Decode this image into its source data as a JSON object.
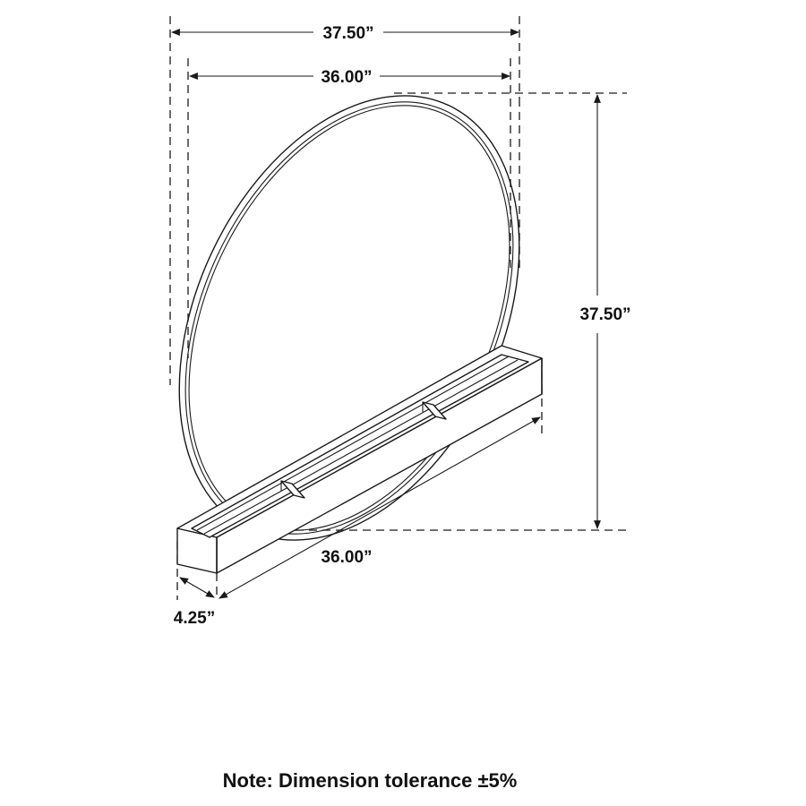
{
  "diagram": {
    "subject": "round-mirror-with-tray-base",
    "dimensions": {
      "overall_width": "37.50”",
      "mirror_width": "36.00”",
      "overall_height": "37.50”",
      "base_length": "36.00”",
      "base_depth": "4.25”"
    },
    "note": "Note: Dimension tolerance ±5%",
    "colors": {
      "line": "#1a1a1a",
      "background": "#ffffff"
    }
  }
}
